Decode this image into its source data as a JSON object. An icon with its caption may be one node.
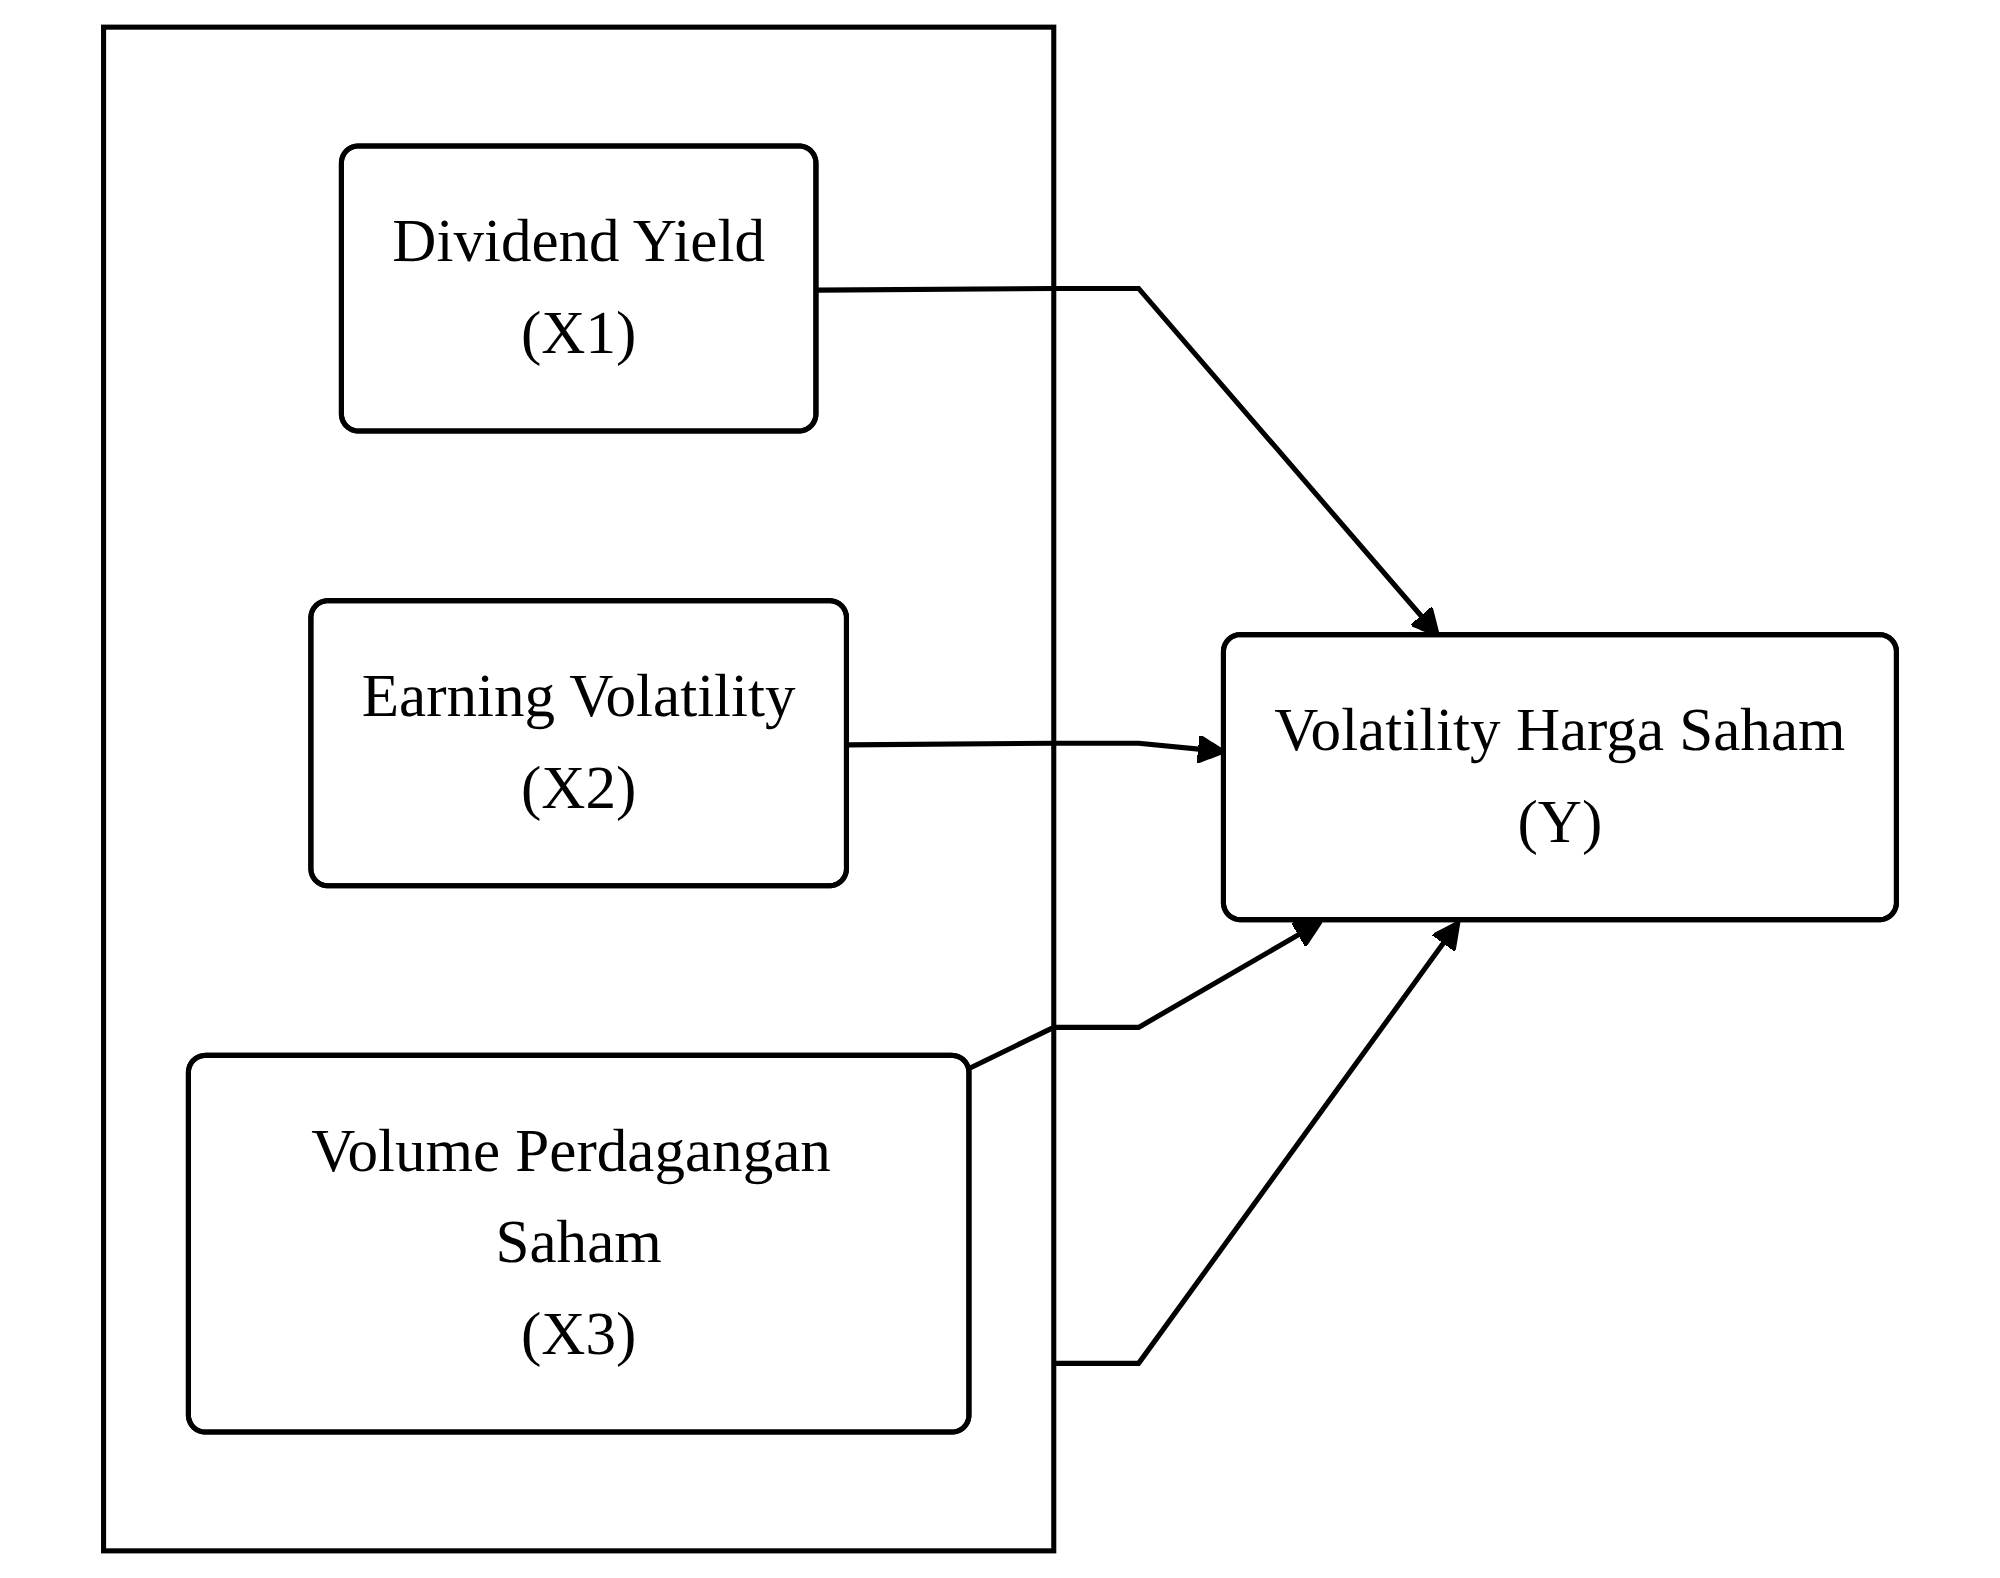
{
  "diagram": {
    "nodes": [
      {
        "text": [],
        "shape": "box"
      },
      {
        "text": [
          "Dividend Yield",
          "(X1)"
        ],
        "in": 0
      },
      {
        "text": [
          "Earning Volatility",
          "(X2)"
        ],
        "in": 0
      },
      {
        "text": [
          "Volume Perdagangan Saham",
          "(X3)"
        ],
        "in": 0
      },
      {
        "text": [
          "Volatility Harga Saham",
          "(Y)"
        ]
      }
    ],
    "edges": [
      {
        "from": 0,
        "to": 4,
        "arrow": "to"
      },
      {
        "from": 1,
        "to": 4,
        "arrow": "to"
      },
      {
        "from": 2,
        "to": 4,
        "arrow": "to"
      },
      {
        "from": 3,
        "to": 4,
        "arrow": "to"
      }
    ]
  }
}
